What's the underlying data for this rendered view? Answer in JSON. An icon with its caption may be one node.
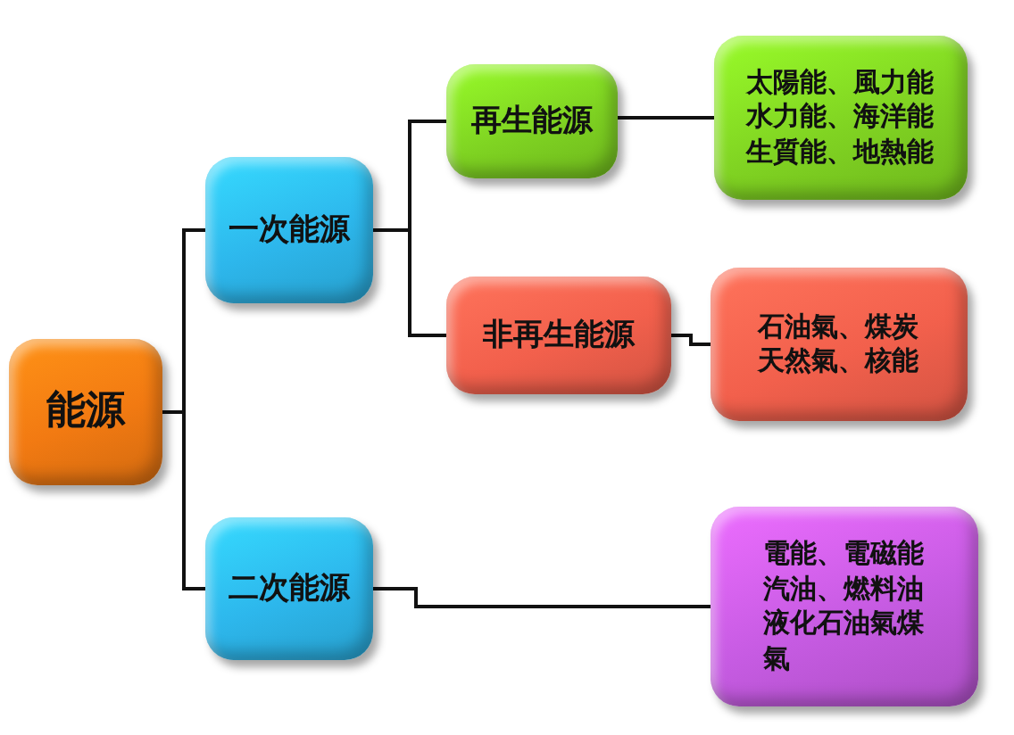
{
  "diagram": {
    "nodes": [
      {
        "text": [
          "能源"
        ]
      },
      {
        "text": [
          "一次能源"
        ]
      },
      {
        "text": [
          "二次能源"
        ]
      },
      {
        "text": [
          "再生能源"
        ]
      },
      {
        "text": [
          "非再生能源"
        ]
      },
      {
        "text": [
          "太陽能、風力能水力能、海洋能生質能、地熱能"
        ]
      },
      {
        "text": [
          "石油氣、煤炭天然氣、核能"
        ]
      },
      {
        "text": [
          "電能、電磁能汽油、燃料油液化石油氣煤氣"
        ]
      }
    ],
    "edges": [
      {
        "from": 0,
        "to": 1,
        "arrow": "none"
      },
      {
        "from": 0,
        "to": 2,
        "arrow": "none"
      },
      {
        "from": 1,
        "to": 3,
        "arrow": "none"
      },
      {
        "from": 1,
        "to": 4,
        "arrow": "none"
      },
      {
        "from": 3,
        "to": 5,
        "arrow": "none"
      },
      {
        "from": 4,
        "to": 6,
        "arrow": "none"
      },
      {
        "from": 2,
        "to": 7,
        "arrow": "none"
      }
    ]
  }
}
